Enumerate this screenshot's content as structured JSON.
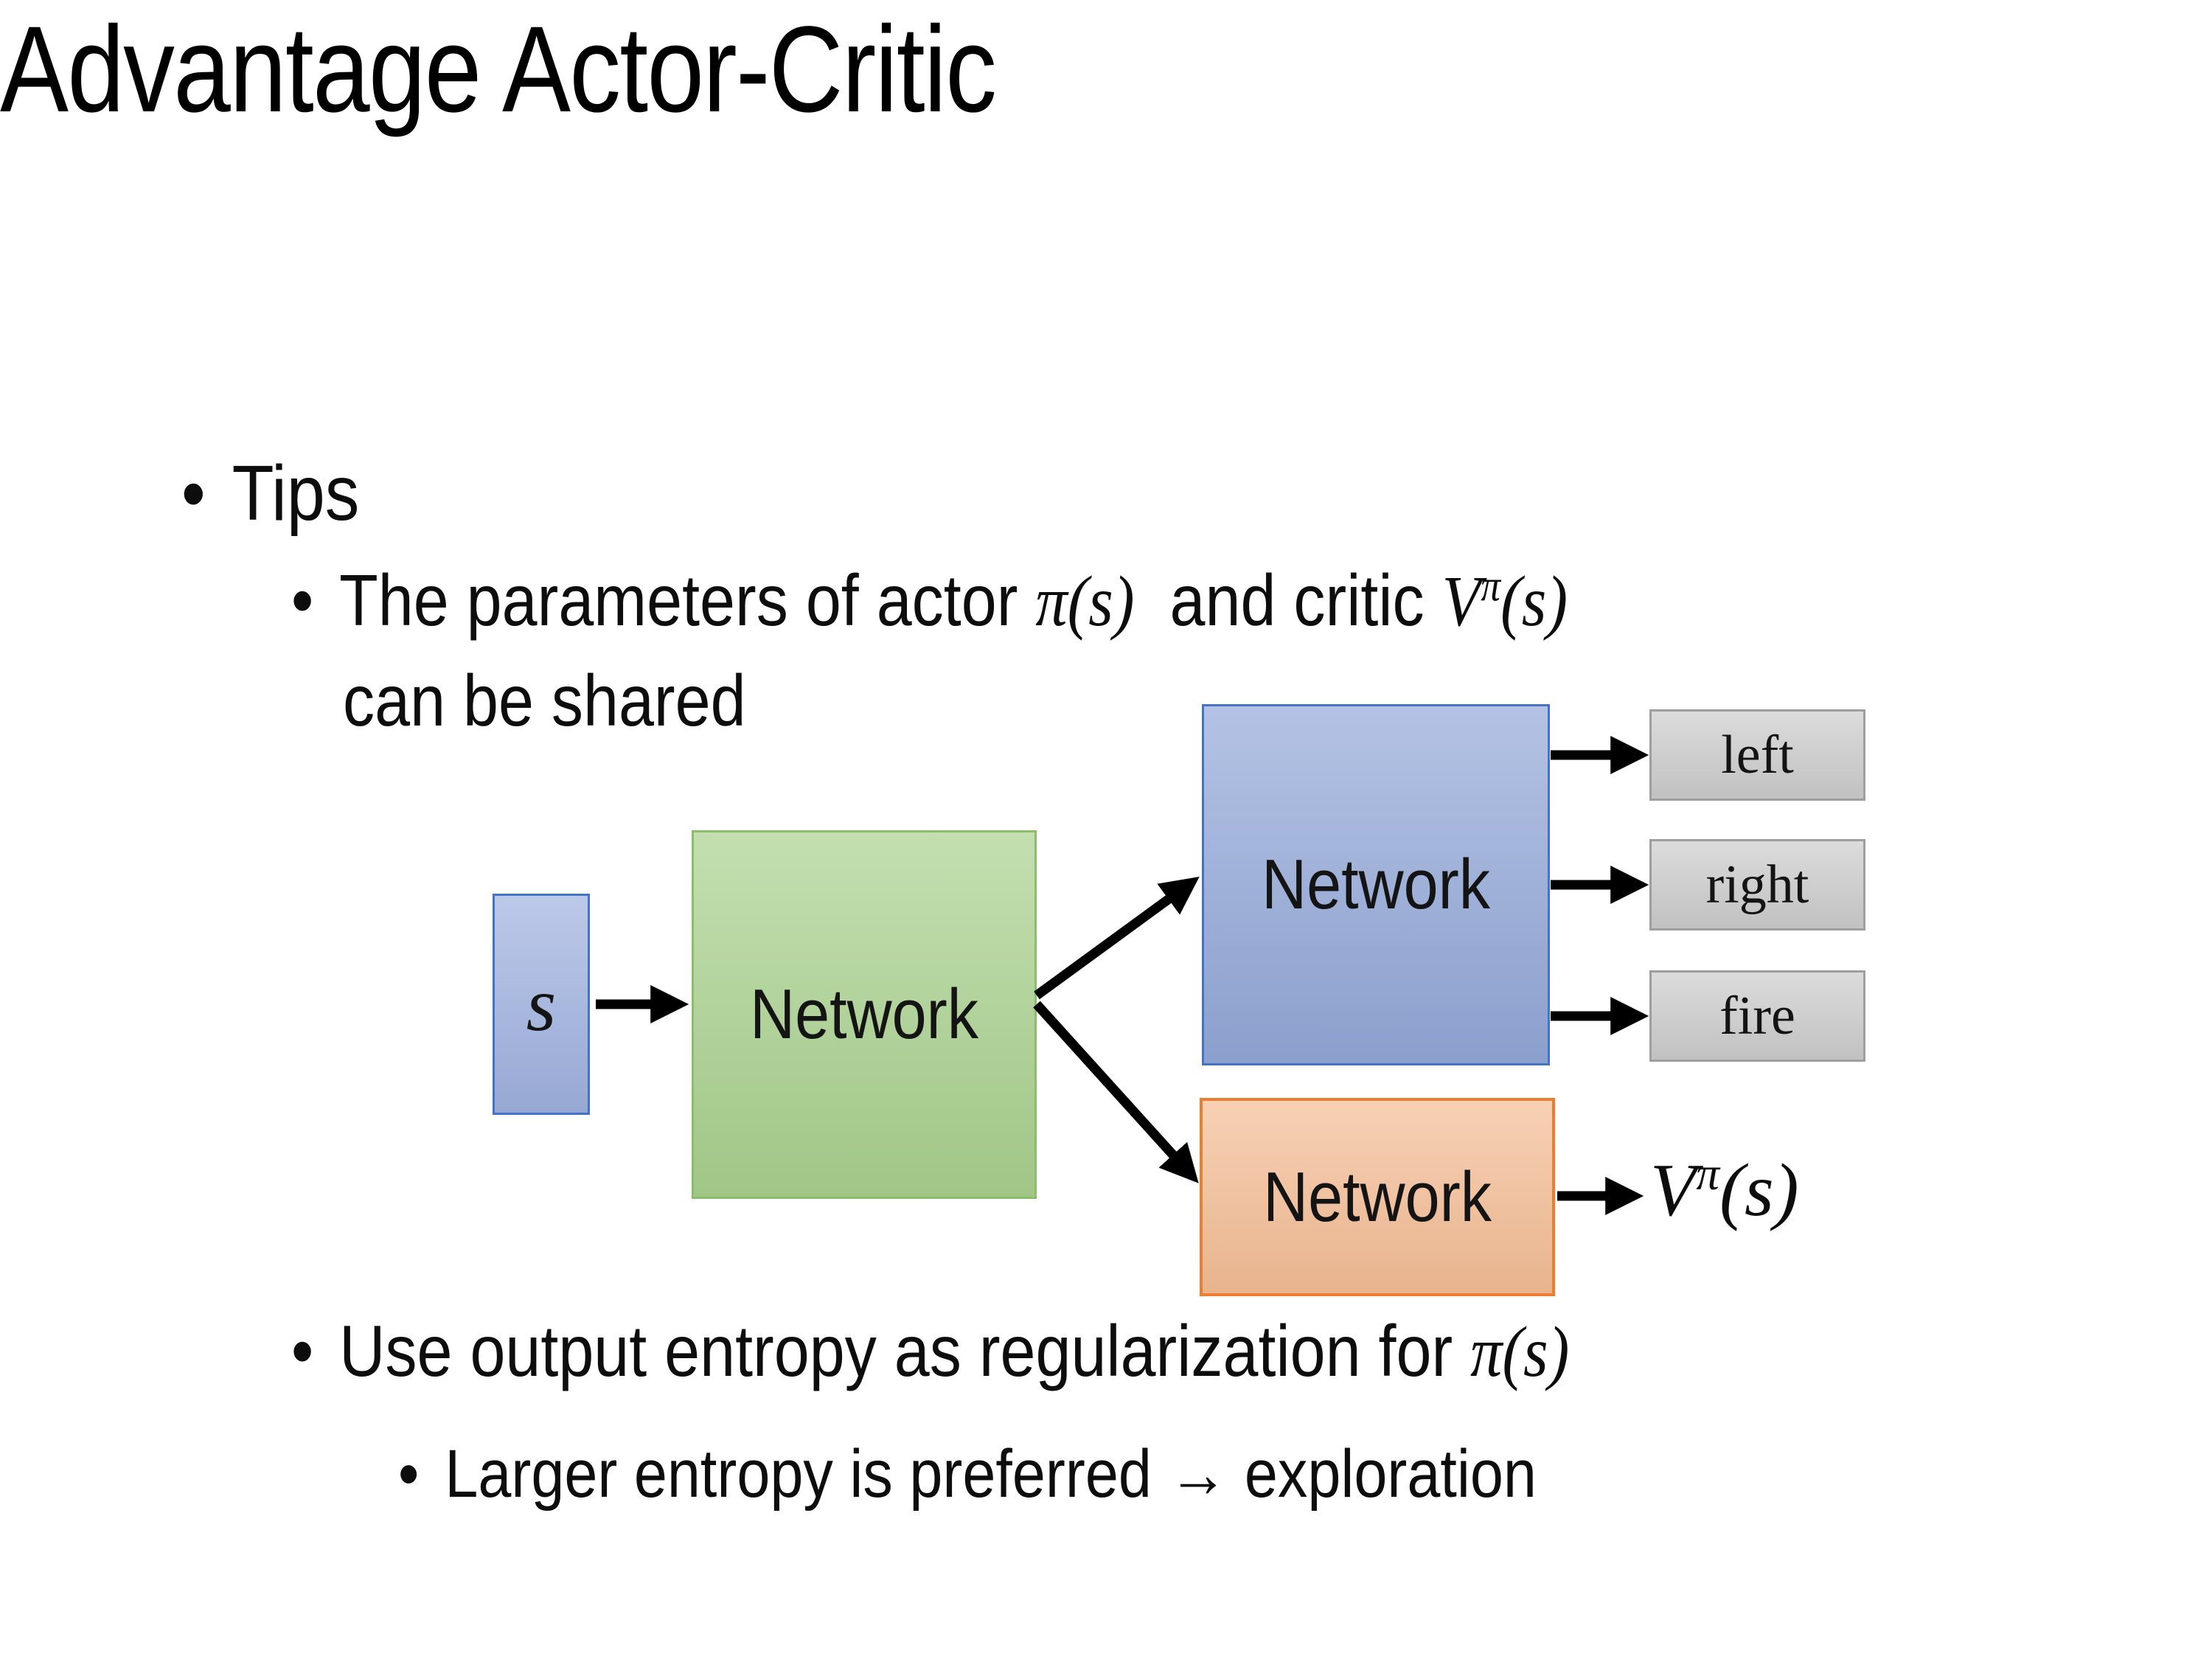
{
  "title": "Advantage Actor-Critic",
  "glyphs": {
    "bullet": "•"
  },
  "bullets": {
    "tips_label": "Tips",
    "shared": {
      "prefix": "The parameters of actor ",
      "actor_math": "π(s)",
      "middle": "  and critic ",
      "v_base": "V",
      "v_sup": "π",
      "v_args": "(s)",
      "line2": "can be shared"
    },
    "entropy": {
      "prefix": "Use output entropy as regularization for ",
      "pi_math": "π(s)"
    },
    "exploration": "Larger entropy is preferred → exploration"
  },
  "diagram": {
    "state_label": "s",
    "shared_network_label": "Network",
    "actor_network_label": "Network",
    "critic_network_label": "Network",
    "action_labels": {
      "left": "left",
      "right": "right",
      "fire": "fire"
    },
    "critic_output": {
      "base": "V",
      "sup": "π",
      "args": "(s)"
    },
    "colors": {
      "state_fill": "#9FB1DF",
      "state_border": "#4472C4",
      "shared_fill": "#A9D18E",
      "shared_border": "#8CBD6B",
      "actor_fill": "#93A8D8",
      "actor_border": "#4472C4",
      "critic_fill": "#F4BD95",
      "critic_border": "#ED7D31",
      "action_fill": "#CCCCCC",
      "action_border": "#9E9E9E",
      "arrow_color": "#000000"
    }
  }
}
